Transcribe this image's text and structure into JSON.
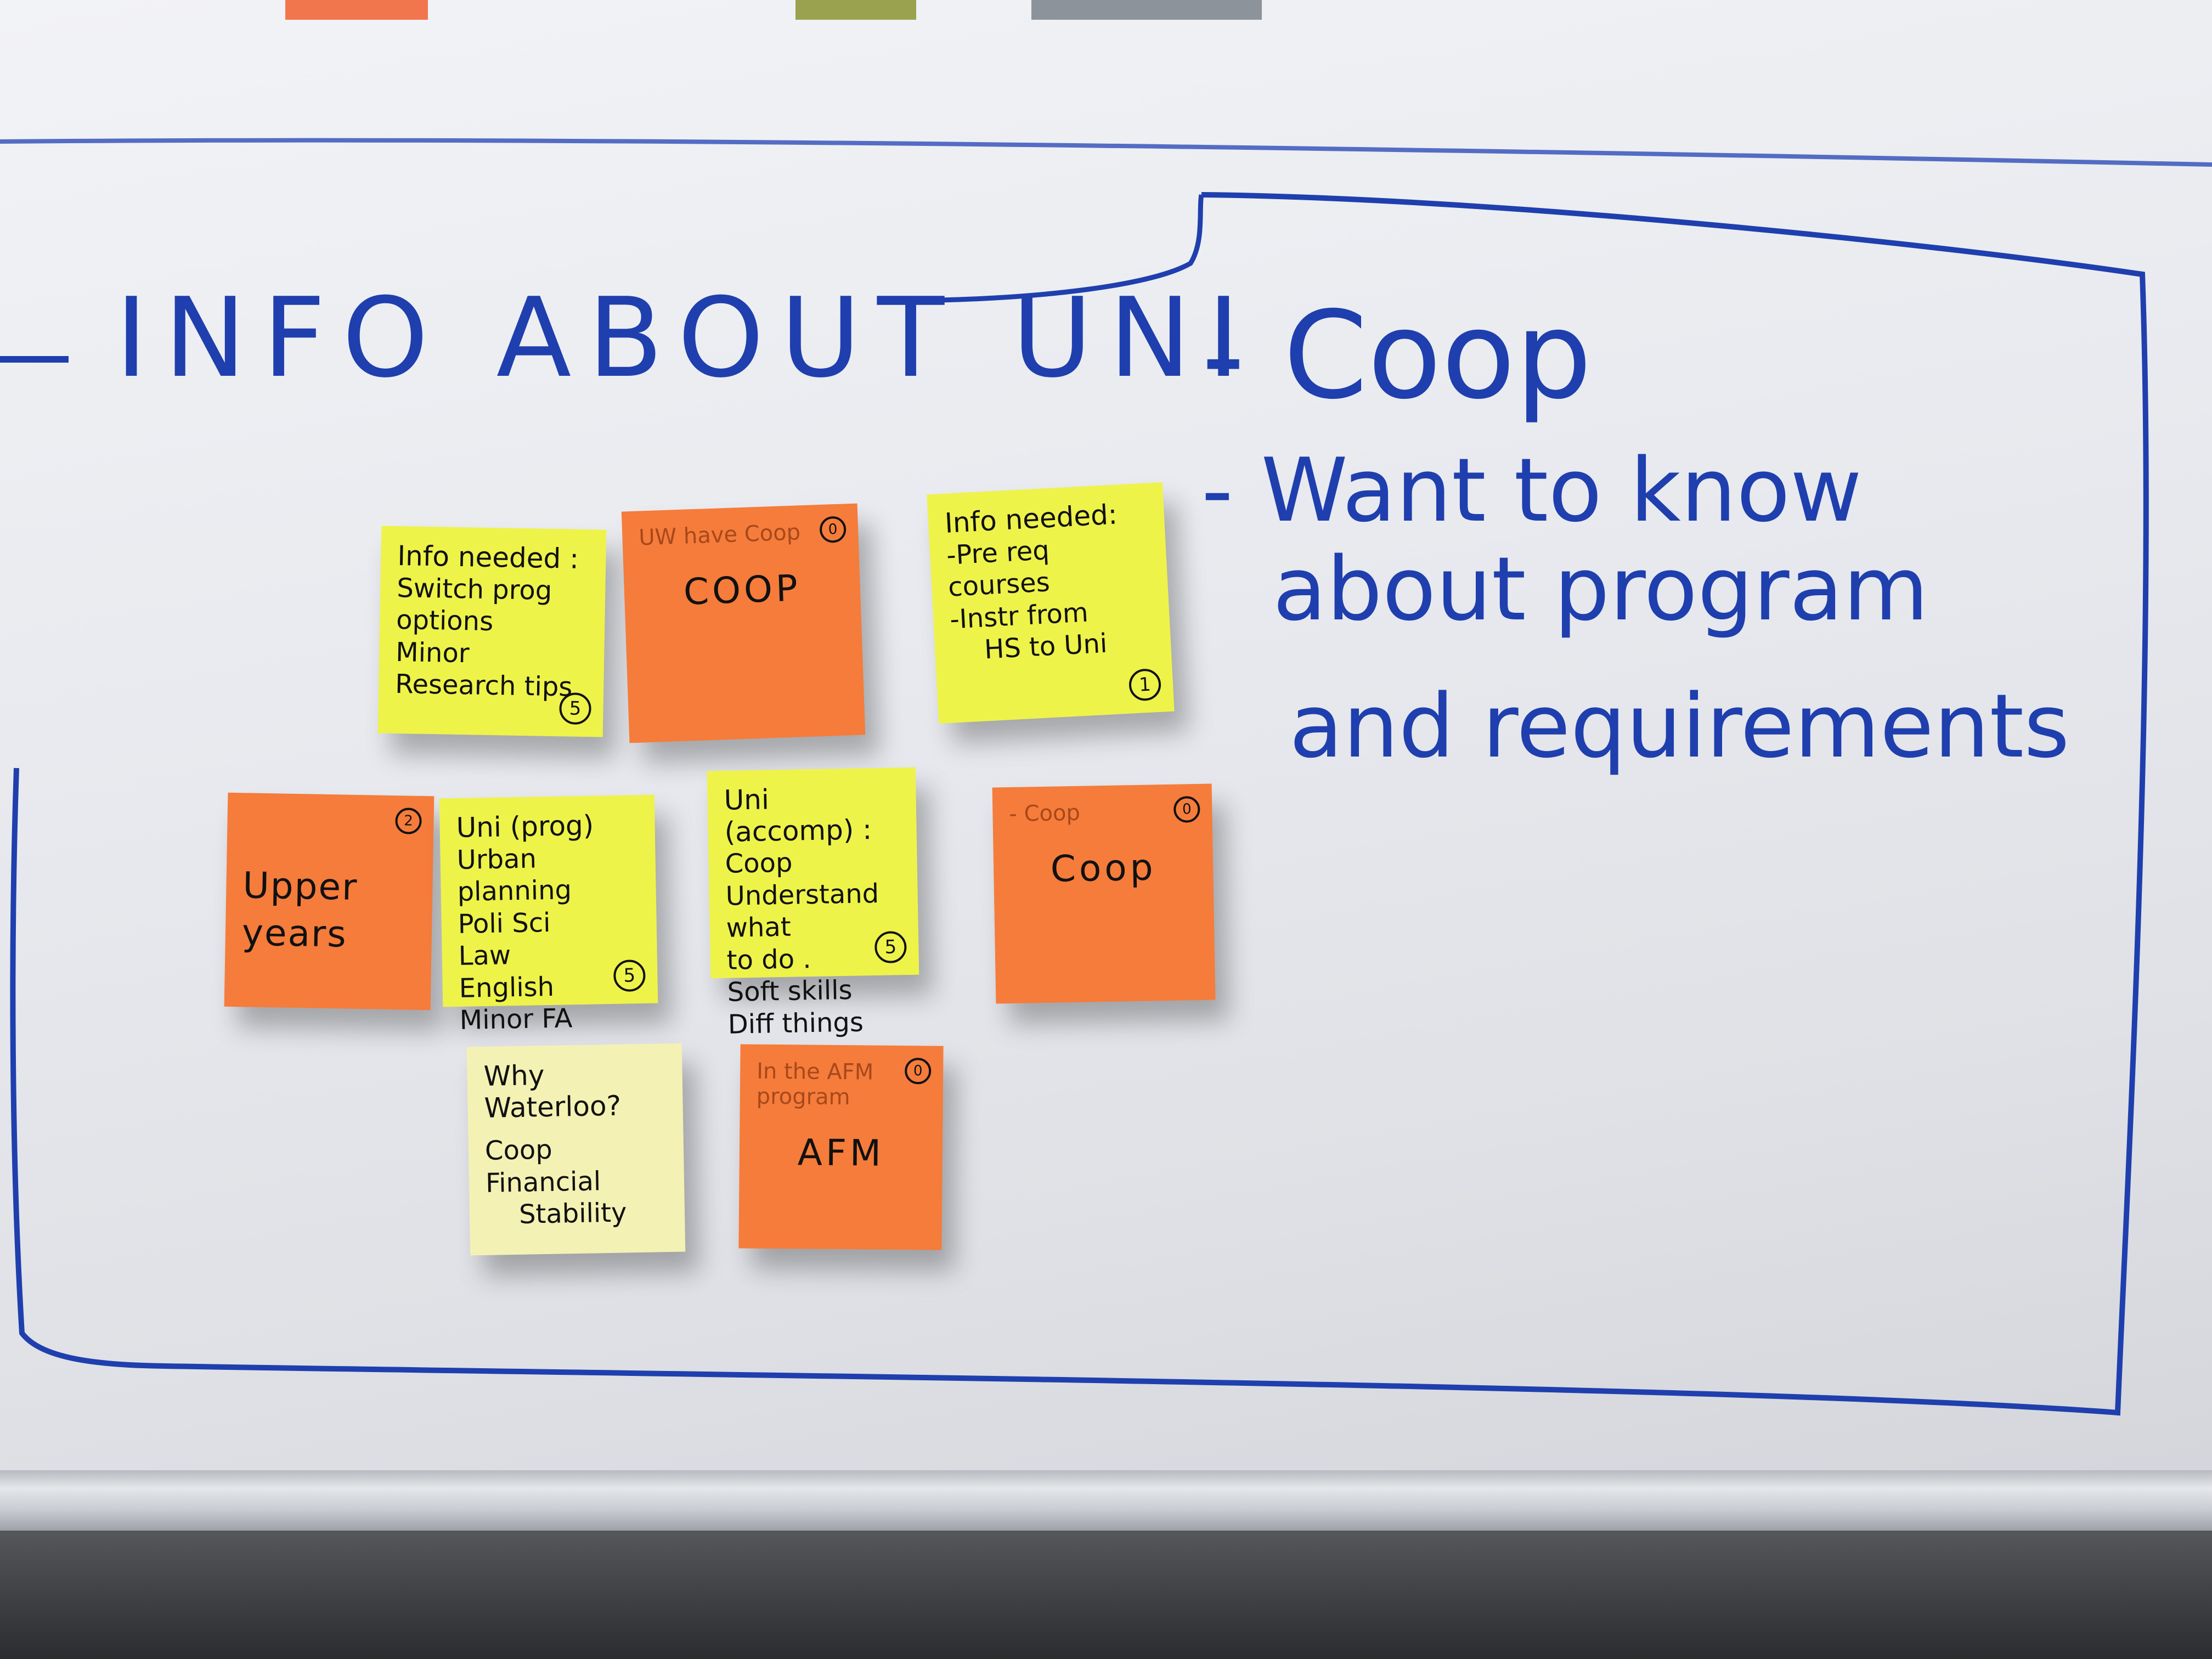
{
  "board": {
    "heading": "INFO ABOUT UNI",
    "right_notes": {
      "line1": "- Coop",
      "line2": "- Want to know",
      "line3": "about program",
      "line4": "and requirements"
    }
  },
  "notes": {
    "info_needed_1": {
      "title": "Info needed :",
      "lines": [
        "Switch prog",
        "options",
        "Minor",
        "Research tips"
      ],
      "vote": "5"
    },
    "uw_coop": {
      "title": "UW have Coop",
      "main": "COOP",
      "vote": "0"
    },
    "info_needed_2": {
      "title": "Info needed:",
      "lines": [
        "-Pre req courses",
        "-Instr from",
        "HS to Uni"
      ],
      "vote": "1"
    },
    "upper_years": {
      "main": "Upper years",
      "vote": "2"
    },
    "uni_prog": {
      "title": "Uni (prog)",
      "lines": [
        "Urban planning",
        "Poli Sci",
        "Law",
        "English",
        "Minor FA"
      ],
      "vote": "5"
    },
    "uni_accomp": {
      "title": "Uni (accomp) :",
      "lines": [
        "Coop",
        "Understand what",
        "to do .",
        "Soft skills",
        "Diff things"
      ],
      "vote": "5"
    },
    "coop_right": {
      "title": "- Coop",
      "main": "Coop",
      "vote": "0"
    },
    "why_waterloo": {
      "title": "Why Waterloo?",
      "lines": [
        "Coop",
        "Financial",
        "Stability"
      ]
    },
    "afm": {
      "title": "In the AFM program",
      "main": "AFM",
      "vote": "0"
    }
  },
  "colors": {
    "ink": "#1f3fae",
    "note_yellow": "#eef34a",
    "note_orange": "#f57c3b",
    "note_pale": "#f3f2b4"
  }
}
